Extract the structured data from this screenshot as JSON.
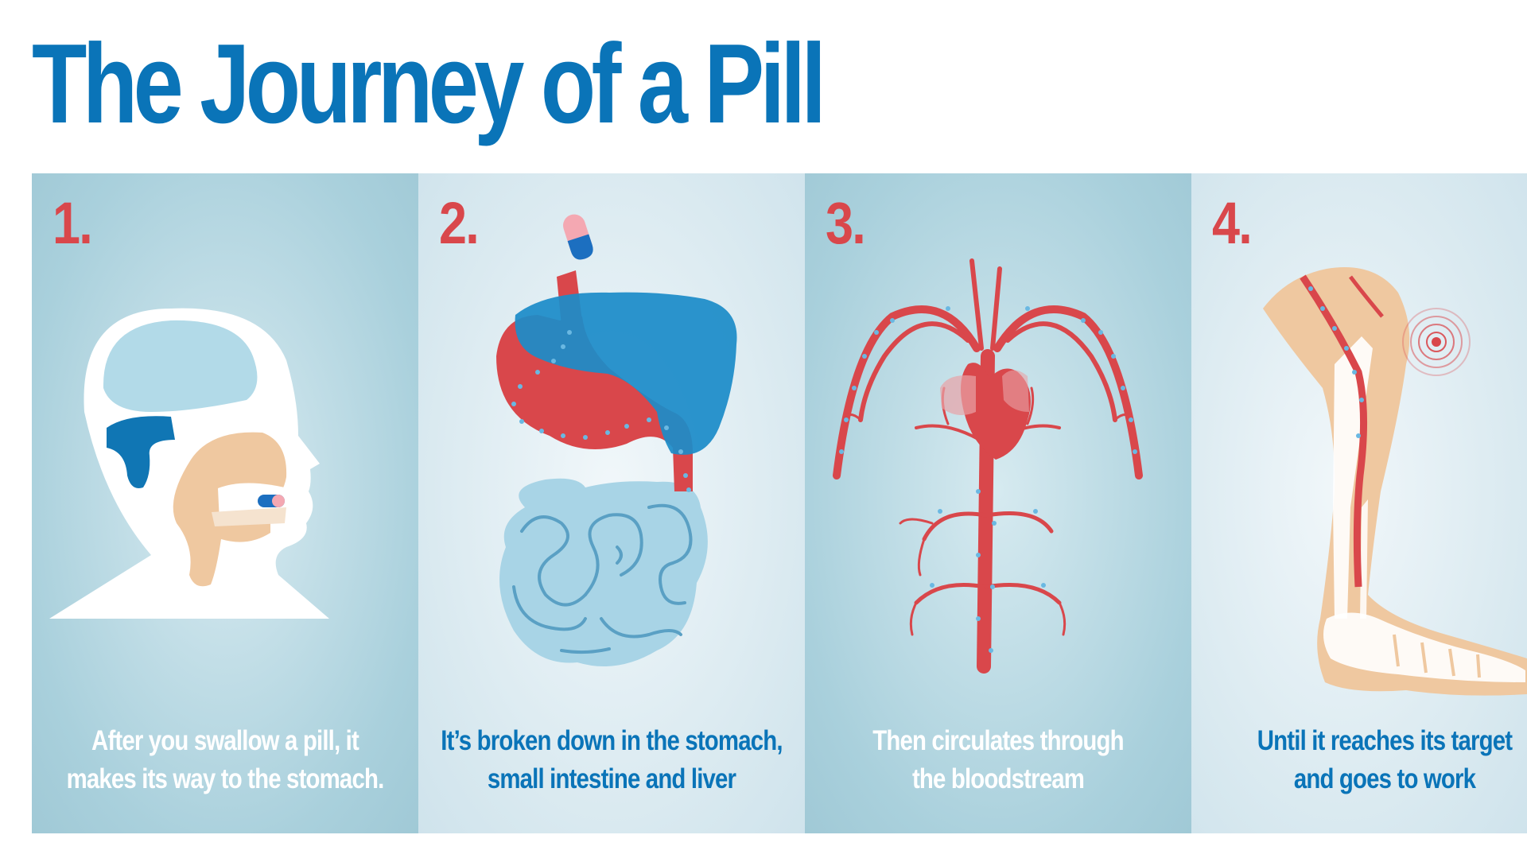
{
  "title": "The Journey of a Pill",
  "steps": [
    {
      "number": "1.",
      "caption": [
        "After you swallow a pill, it",
        "makes its way to the stomach."
      ],
      "illustration": "head-profile-with-pill"
    },
    {
      "number": "2.",
      "caption": [
        "It’s broken down in the stomach,",
        "small intestine and liver"
      ],
      "illustration": "digestive-organs"
    },
    {
      "number": "3.",
      "caption": [
        "Then circulates through",
        "the bloodstream"
      ],
      "illustration": "circulatory-system"
    },
    {
      "number": "4.",
      "caption": [
        "Until it reaches its target",
        "and goes to work"
      ],
      "illustration": "leg-with-target"
    }
  ],
  "colors": {
    "title": "#0a74b8",
    "step_number": "#d9474b",
    "caption_light": "#ffffff",
    "caption_dark": "#0a74b8",
    "panel_dark": "#a9d0dc",
    "panel_light": "#d7e8ef",
    "organ_red": "#d9474b",
    "organ_blue": "#1c8cc8",
    "skin": "#efc8a0"
  }
}
